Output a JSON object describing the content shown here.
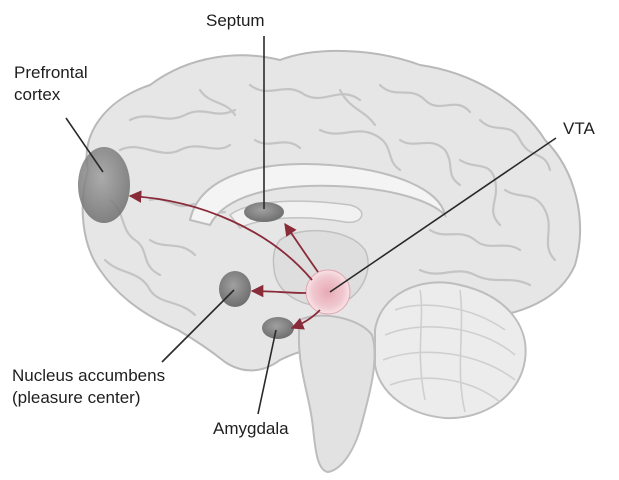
{
  "labels": {
    "septum": "Septum",
    "prefrontal_line1": "Prefrontal",
    "prefrontal_line2": "cortex",
    "vta": "VTA",
    "nucleus_line1": "Nucleus accumbens",
    "nucleus_line2": "(pleasure center)",
    "amygdala": "Amygdala"
  },
  "colors": {
    "brain_fill": "#e6e6e6",
    "gyri_stroke": "#c4c4c4",
    "region_fill": "#8a8a8a",
    "vta_fill": "#f0c8cf",
    "flow_arrow": "#8a2b3a",
    "leader_line": "#2a2a2a"
  }
}
